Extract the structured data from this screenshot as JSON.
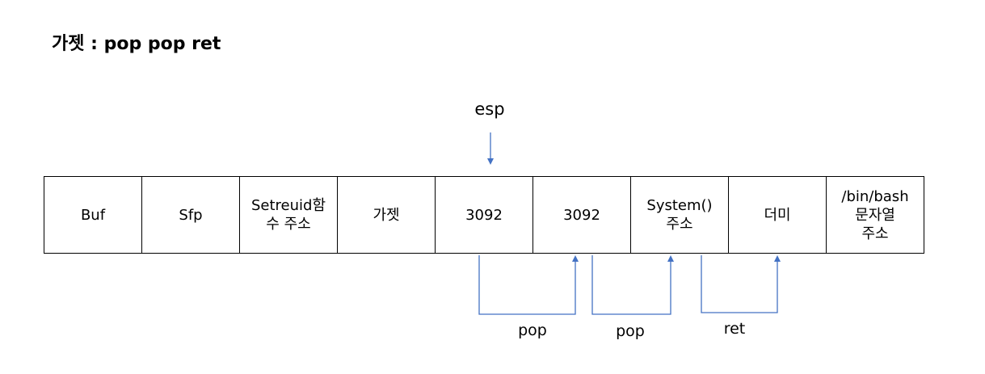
{
  "title": "가젯 : pop pop ret",
  "esp_label": "esp",
  "stack": {
    "cells": [
      "Buf",
      "Sfp",
      "Setreuid함\n수 주소",
      "가젯",
      "3092",
      "3092",
      "System()\n주소",
      "더미",
      "/bin/bash\n문자열\n주소"
    ]
  },
  "ops": {
    "pop1": "pop",
    "pop2": "pop",
    "ret": "ret"
  },
  "colors": {
    "arrow": "#4472c4",
    "border": "#000000"
  }
}
